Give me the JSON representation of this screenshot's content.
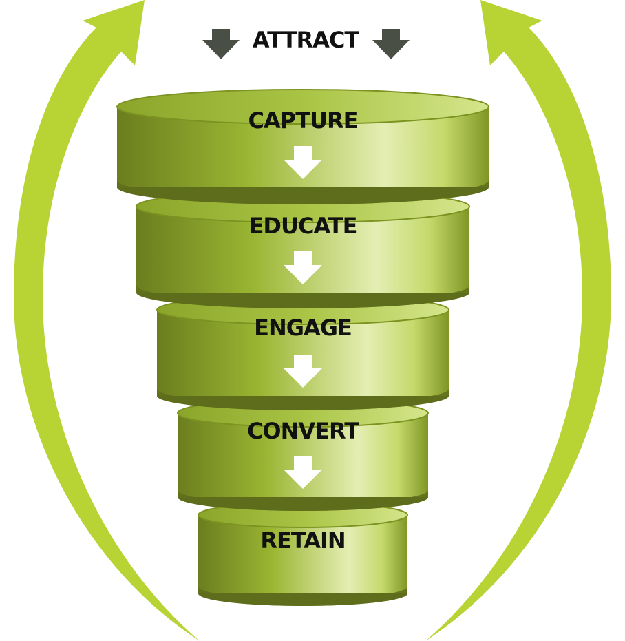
{
  "top_label": "ATTRACT",
  "stages": [
    {
      "label": "CAPTURE"
    },
    {
      "label": "EDUCATE"
    },
    {
      "label": "ENGAGE"
    },
    {
      "label": "CONVERT"
    },
    {
      "label": "RETAIN"
    }
  ],
  "colors": {
    "text": "#111111",
    "down_arrow": "#4a4f45",
    "loop_arrow": "#b7d334",
    "tier_dark": "#5e6d1b",
    "tier_mid": "#93ad2d",
    "tier_light": "#e6efb8",
    "tier_edge": "#7c9322",
    "white_arrow": "#ffffff"
  },
  "icons": {
    "attract_arrows": "arrow-down-icon",
    "stage_arrows": "arrow-down-icon",
    "loop_arrows": "curved-arrow-up-icon"
  }
}
